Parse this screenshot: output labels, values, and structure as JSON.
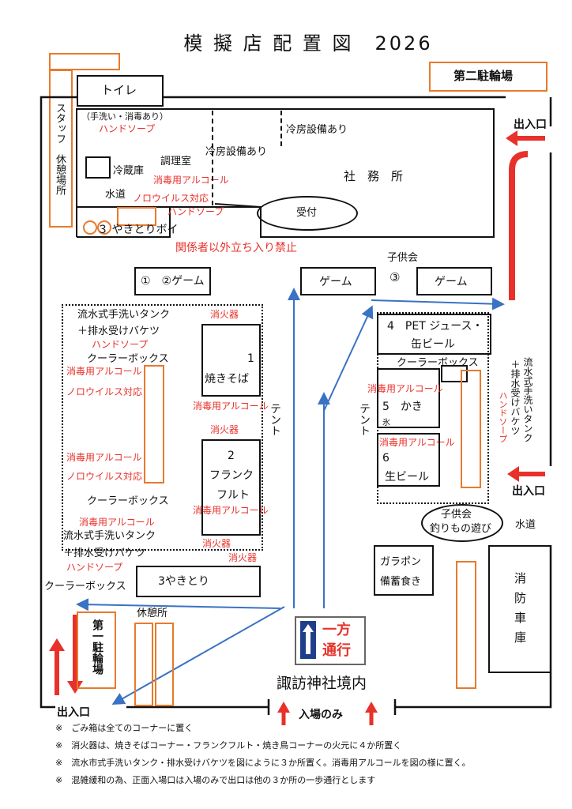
{
  "title": "模 擬 店 配 置 図　2026",
  "parking2": "第二駐輪場",
  "staff_rest": "スタッフ　休憩場所",
  "toilet": "トイレ",
  "building": {
    "handwash_note": "（手洗い・消毒あり）",
    "hand_soap": "ハンドソープ",
    "fridge": "冷蔵庫",
    "kitchen": "調理室",
    "alcohol": "消毒用アルコール",
    "water": "水道",
    "norovirus": "ノロウイルス対応",
    "hand_soap2": "ハンドソープ",
    "stall3": "３ やきとりボイ",
    "ac1": "冷房設備あり",
    "ac2": "冷房設備あり",
    "office": "社　務　所",
    "reception": "受付"
  },
  "restricted": "関係者以外立ち入り禁止",
  "kids_label": "子供会",
  "kids_num": "③",
  "stalls": {
    "game12": "①　②ゲーム",
    "game_a": "ゲーム",
    "game_b": "ゲーム",
    "pet_line1": "4　PET ジュース・",
    "pet_line2": "缶ビール",
    "cooler_r": "クーラーボックス",
    "kakigori": "5　かき",
    "kakigori_mark": "氷",
    "beer_num": "6",
    "beer": "生ビール",
    "yakisoba_num": "1",
    "yakisoba": "焼きそば",
    "frank_num": "2",
    "frank1": "フランク",
    "frank2": "フルト",
    "yakitori": "3やきとり",
    "fishing1": "子供会",
    "fishing2": "釣りもの遊び",
    "gachapon1": "ガラポン",
    "gachapon2": "備蓄食き"
  },
  "left_zone": {
    "tank_top": "流水式手洗いタンク",
    "bucket_top": "＋排水受けバケツ",
    "soap_top": "ハンドソープ",
    "cooler_top": "クーラーボックス",
    "alc_1": "消毒用アルコール",
    "noro_1": "ノロウイルス対応",
    "alc_2": "消毒用アルコール",
    "noro_2": "ノロウイルス対応",
    "cooler_mid": "クーラーボックス",
    "alc_3": "消毒用アルコール",
    "tank_bot": "流水式手洗いタンク",
    "bucket_bot": "＋排水受けバケツ",
    "soap_bot": "ハンドソープ",
    "cooler_bot": "クーラーボックス"
  },
  "center_labels": {
    "ext1": "消火器",
    "alc_a": "消毒用アルコール",
    "ext2": "消火器",
    "alc_b": "消毒用アルコール",
    "ext3": "消火器",
    "ext4": "消火器",
    "tent_l": "テント",
    "tent_r": "テント",
    "alc_r1": "消毒用アルコール",
    "alc_r2": "消毒用アルコール"
  },
  "right_side": {
    "exit_top": "出入口",
    "exit_mid": "出入口",
    "tank_right": "流水式手洗いタンク",
    "bucket_right": "＋排水受けバケツ",
    "soap_right": "ハンドソープ",
    "water": "水道",
    "fire": "消防車庫"
  },
  "bottom": {
    "parking1": "第一駐輪場",
    "rest": "休憩所",
    "one_way1": "一方",
    "one_way2": "通行",
    "shrine": "諏訪神社境内",
    "entry_only": "入場のみ",
    "exit_bl": "出入口"
  },
  "notes": [
    "※　ごみ箱は全てのコーナーに置く",
    "※　消火器は、焼きそばコーナー・フランクフルト・焼き鳥コーナーの火元に４か所置く",
    "※　流水市式手洗いタンク・排水受けバケツを図にように３か所置く。消毒用アルコールを図の様に置く。",
    "※　混雑緩和の為、正面入場口は入場のみで出口は他の３か所の一歩通行とします"
  ]
}
